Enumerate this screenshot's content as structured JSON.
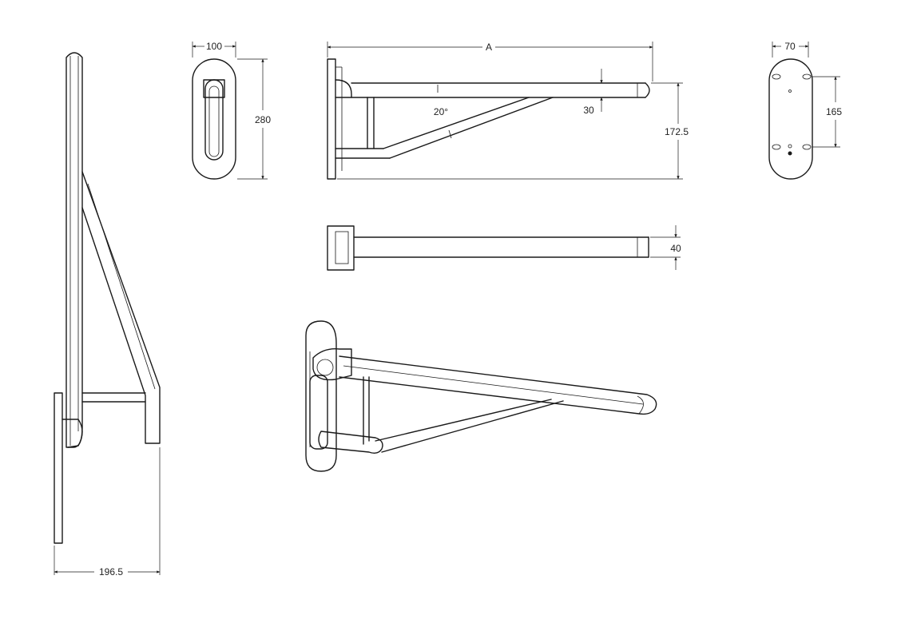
{
  "dimensions": {
    "plate_width": "100",
    "plate_height": "280",
    "arm_length": "A",
    "angle": "20°",
    "arm_drop": "30",
    "bracket_height": "172.5",
    "plate_width_back": "70",
    "hole_spacing": "165",
    "tube_diameter": "40",
    "side_depth": "196.5"
  },
  "colors": {
    "line": "#1a1a1a",
    "background": "#ffffff"
  }
}
